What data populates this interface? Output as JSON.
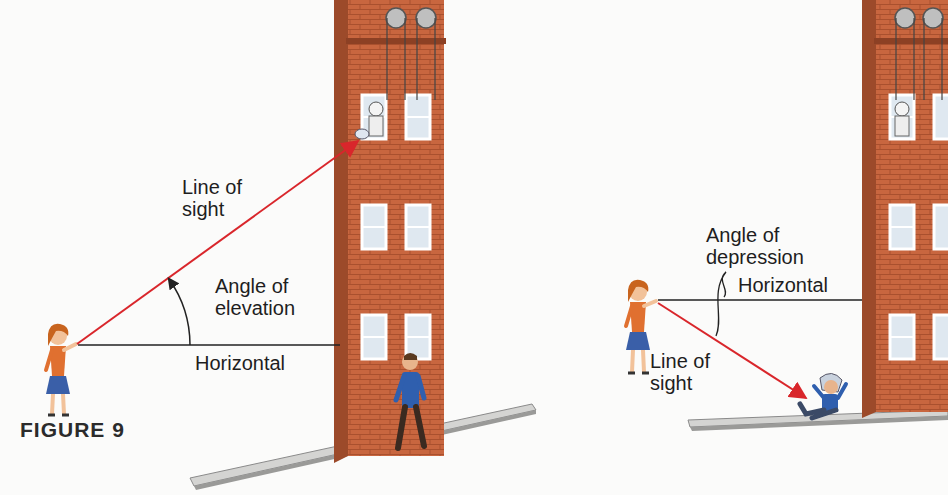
{
  "diagram": {
    "caption": "FIGURE 9",
    "labels": [
      "Line of sight",
      "Angle of elevation",
      "Horizontal",
      "Angle of depression",
      "Horizontal",
      "Line of sight"
    ]
  }
}
